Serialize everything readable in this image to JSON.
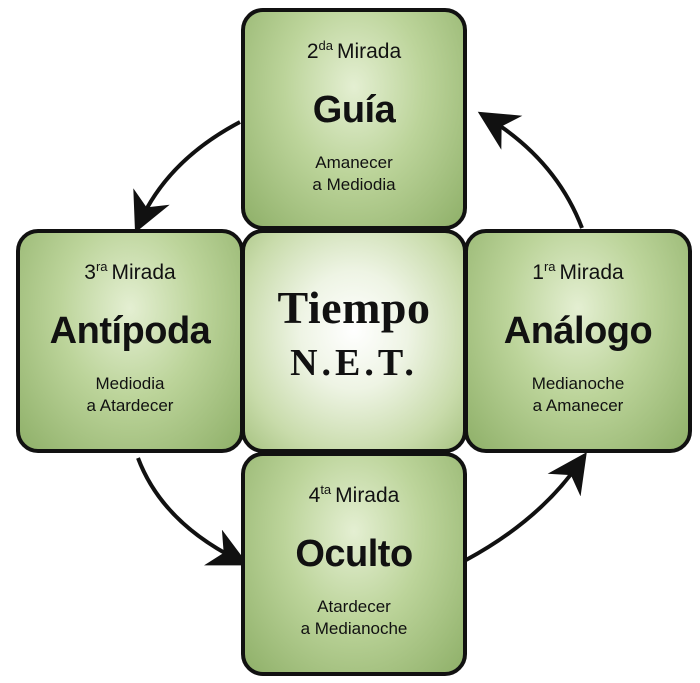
{
  "center": {
    "title": "Tiempo",
    "subtitle": "N.E.T."
  },
  "boxes": {
    "top": {
      "ordinal": "2",
      "suffix": "da",
      "label": "Mirada",
      "title": "Guía",
      "range1": "Amanecer",
      "range2": "a Mediodia"
    },
    "left": {
      "ordinal": "3",
      "suffix": "ra",
      "label": "Mirada",
      "title": "Antípoda",
      "range1": "Mediodia",
      "range2": "a Atardecer"
    },
    "right": {
      "ordinal": "1",
      "suffix": "ra",
      "label": "Mirada",
      "title": "Análogo",
      "range1": "Medianoche",
      "range2": "a Amanecer"
    },
    "bottom": {
      "ordinal": "4",
      "suffix": "ta",
      "label": "Mirada",
      "title": "Oculto",
      "range1": "Atardecer",
      "range2": "a Medianoche"
    }
  },
  "colors": {
    "box_green": "#9cbc74",
    "border": "#111111",
    "arrow": "#111111"
  },
  "cycle_order": [
    "right",
    "top",
    "left",
    "bottom"
  ]
}
